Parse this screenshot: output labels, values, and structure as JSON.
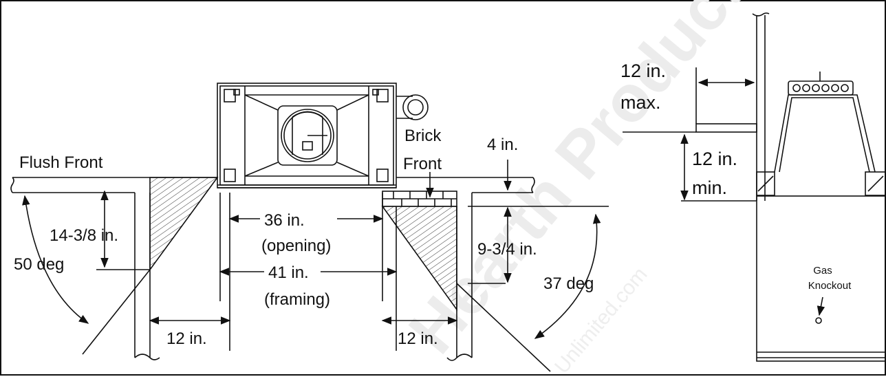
{
  "labels": {
    "flush_front": "Flush Front",
    "brick": "Brick",
    "front": "Front",
    "four_in": "4 in.",
    "height_left": "14-3/8 in.",
    "angle_left": "50 deg",
    "opening_dim": "36 in.",
    "opening_word": "(opening)",
    "framing_dim": "41 in.",
    "framing_word": "(framing)",
    "height_right": "9-3/4 in.",
    "angle_right": "37 deg",
    "side_left": "12 in.",
    "side_right": "12 in.",
    "max_dim": "12 in.",
    "max_word": "max.",
    "min_dim": "12 in.",
    "min_word": "min.",
    "gas": "Gas",
    "knockout": "Knockout"
  },
  "watermark": {
    "main": "Hearth Products",
    "sub": "Unlimited.com"
  },
  "colors": {
    "line": "#111111",
    "watermark": "#e8e8e8"
  }
}
